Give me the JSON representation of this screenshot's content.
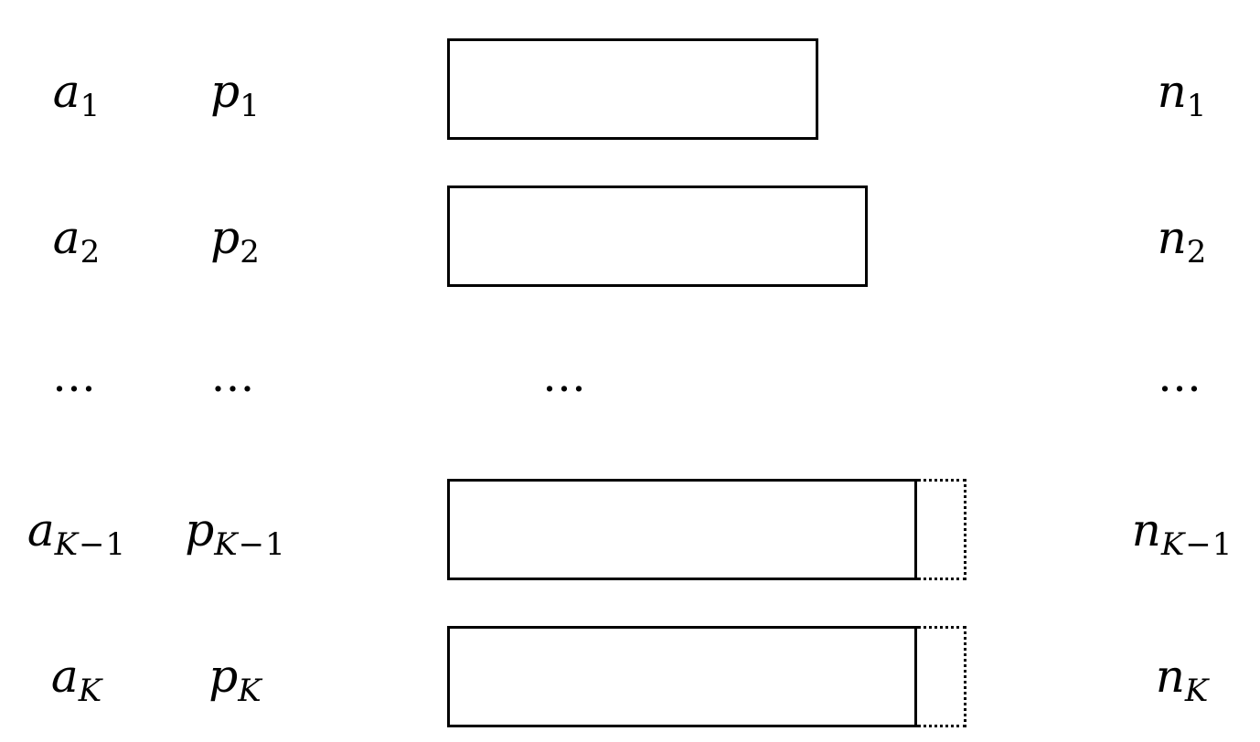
{
  "rows": [
    {
      "a": {
        "base": "a",
        "sub": "1"
      },
      "p": {
        "base": "p",
        "sub": "1"
      },
      "n": {
        "base": "n",
        "sub": "1"
      }
    },
    {
      "a": {
        "base": "a",
        "sub": "2"
      },
      "p": {
        "base": "p",
        "sub": "2"
      },
      "n": {
        "base": "n",
        "sub": "2"
      }
    },
    {
      "a": {
        "base": "a",
        "sub_var": "K",
        "sub_rest": "−1"
      },
      "p": {
        "base": "p",
        "sub_var": "K",
        "sub_rest": "−1"
      },
      "n": {
        "base": "n",
        "sub_var": "K",
        "sub_rest": "−1"
      }
    },
    {
      "a": {
        "base": "a",
        "sub_var": "K"
      },
      "p": {
        "base": "p",
        "sub_var": "K"
      },
      "n": {
        "base": "n",
        "sub_var": "K"
      }
    }
  ],
  "ellipsis": "…"
}
